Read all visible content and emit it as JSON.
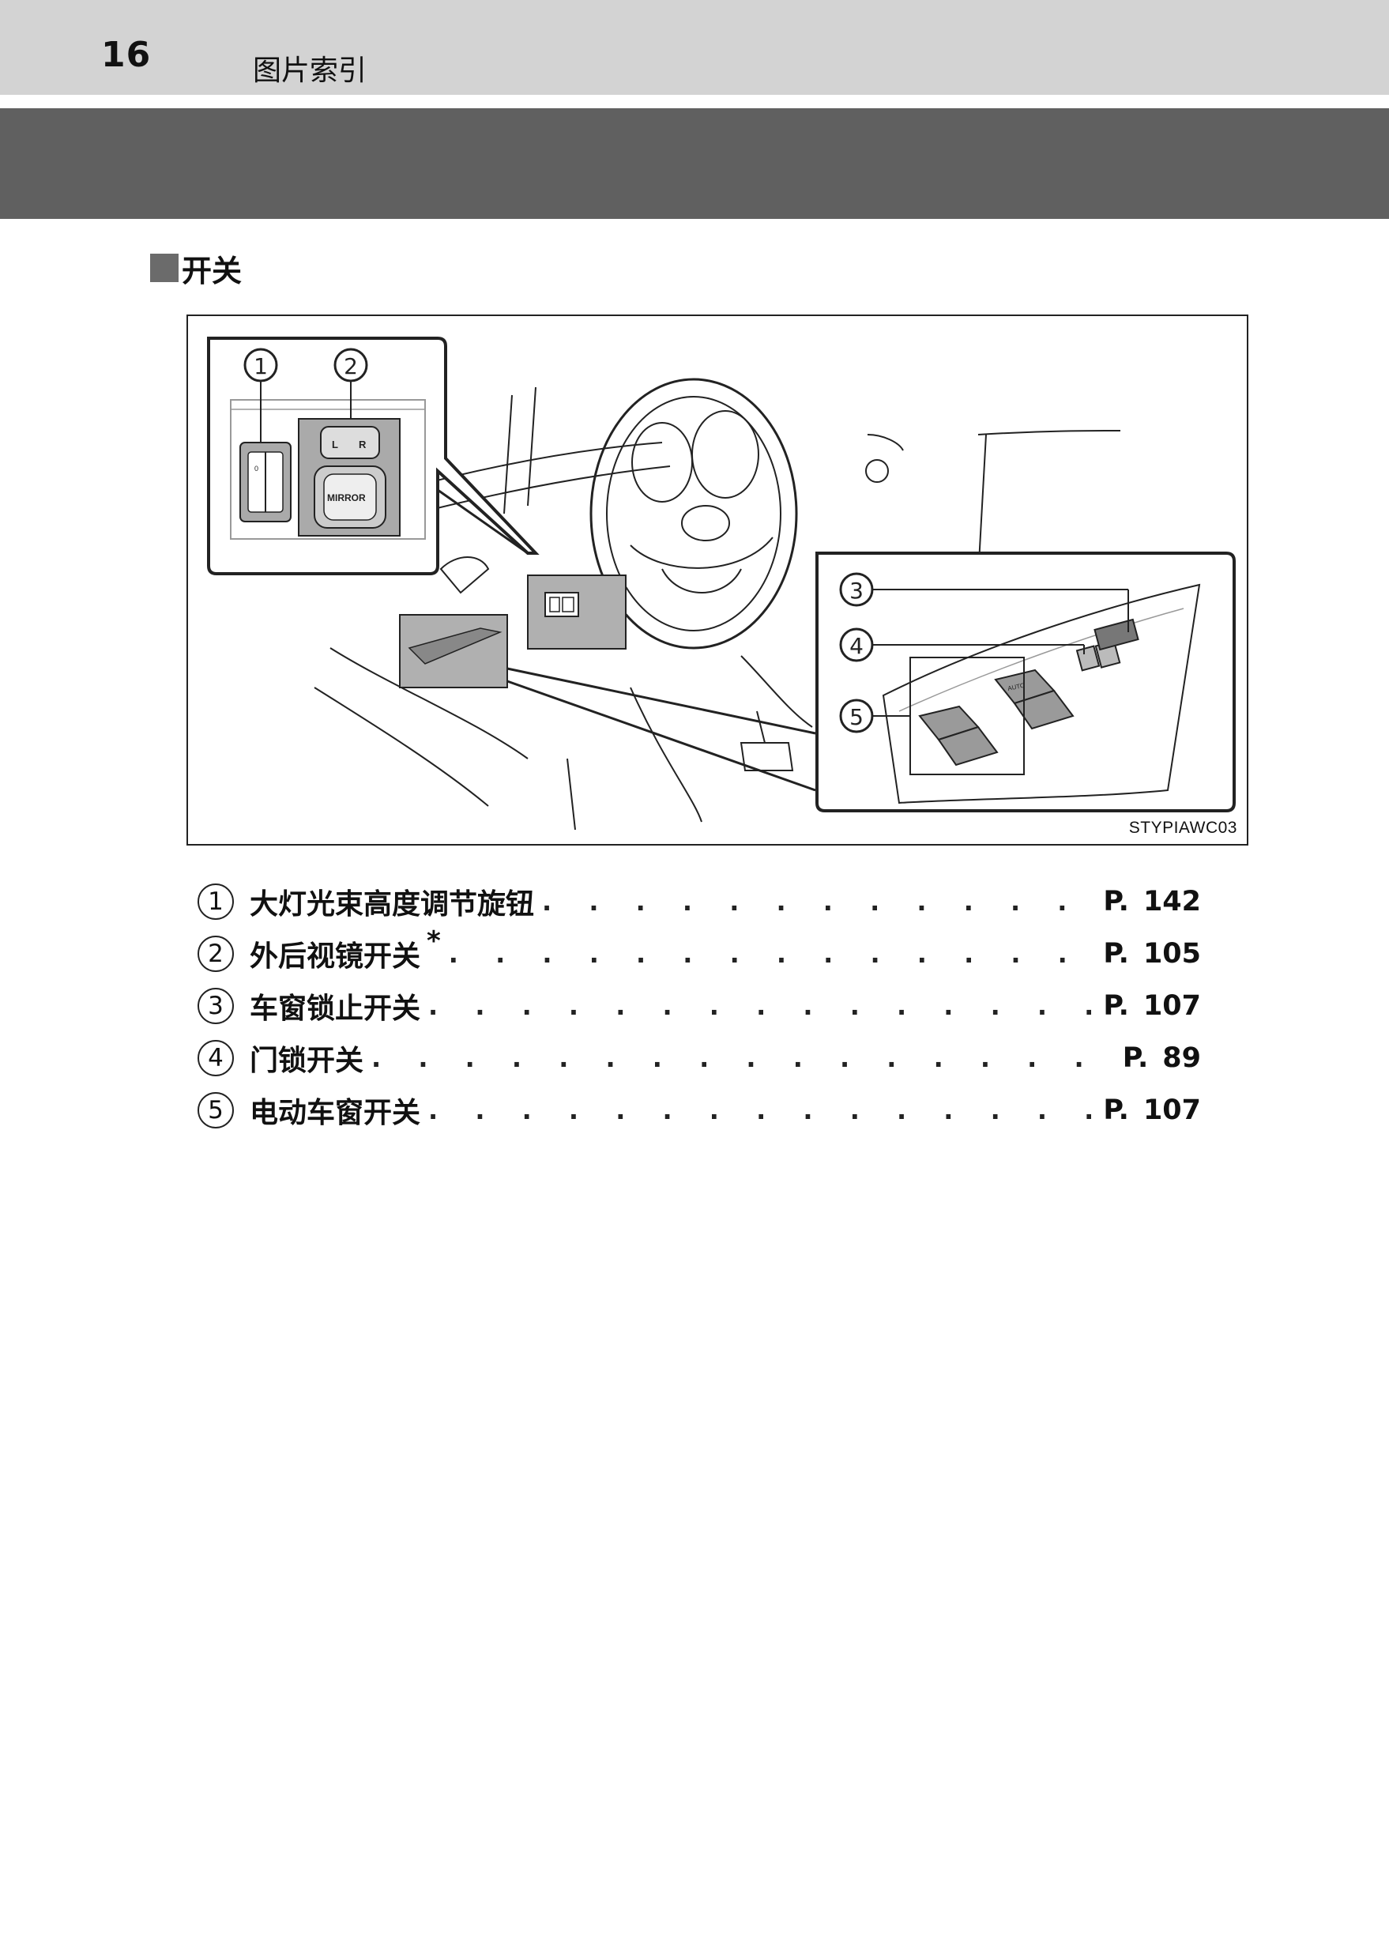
{
  "header": {
    "page_number": "16",
    "chapter_title": "图片索引"
  },
  "section": {
    "title": "开关"
  },
  "figure": {
    "code": "STYPIAWC03",
    "callouts": [
      "1",
      "2",
      "3",
      "4",
      "5"
    ],
    "mirror_switch_text": "MIRROR",
    "mirror_left": "L",
    "mirror_right": "R",
    "auto_text": "AUTO"
  },
  "items": [
    {
      "num": "1",
      "label": "大灯光束高度调节旋钮",
      "mark": "",
      "page_prefix": "P.",
      "page": "142"
    },
    {
      "num": "2",
      "label": "外后视镜开关",
      "mark": "*",
      "page_prefix": "P.",
      "page": "105"
    },
    {
      "num": "3",
      "label": "车窗锁止开关",
      "mark": "",
      "page_prefix": "P.",
      "page": "107"
    },
    {
      "num": "4",
      "label": "门锁开关",
      "mark": "",
      "page_prefix": "P.",
      "page": "89"
    },
    {
      "num": "5",
      "label": "电动车窗开关",
      "mark": "",
      "page_prefix": "P.",
      "page": "107"
    }
  ]
}
